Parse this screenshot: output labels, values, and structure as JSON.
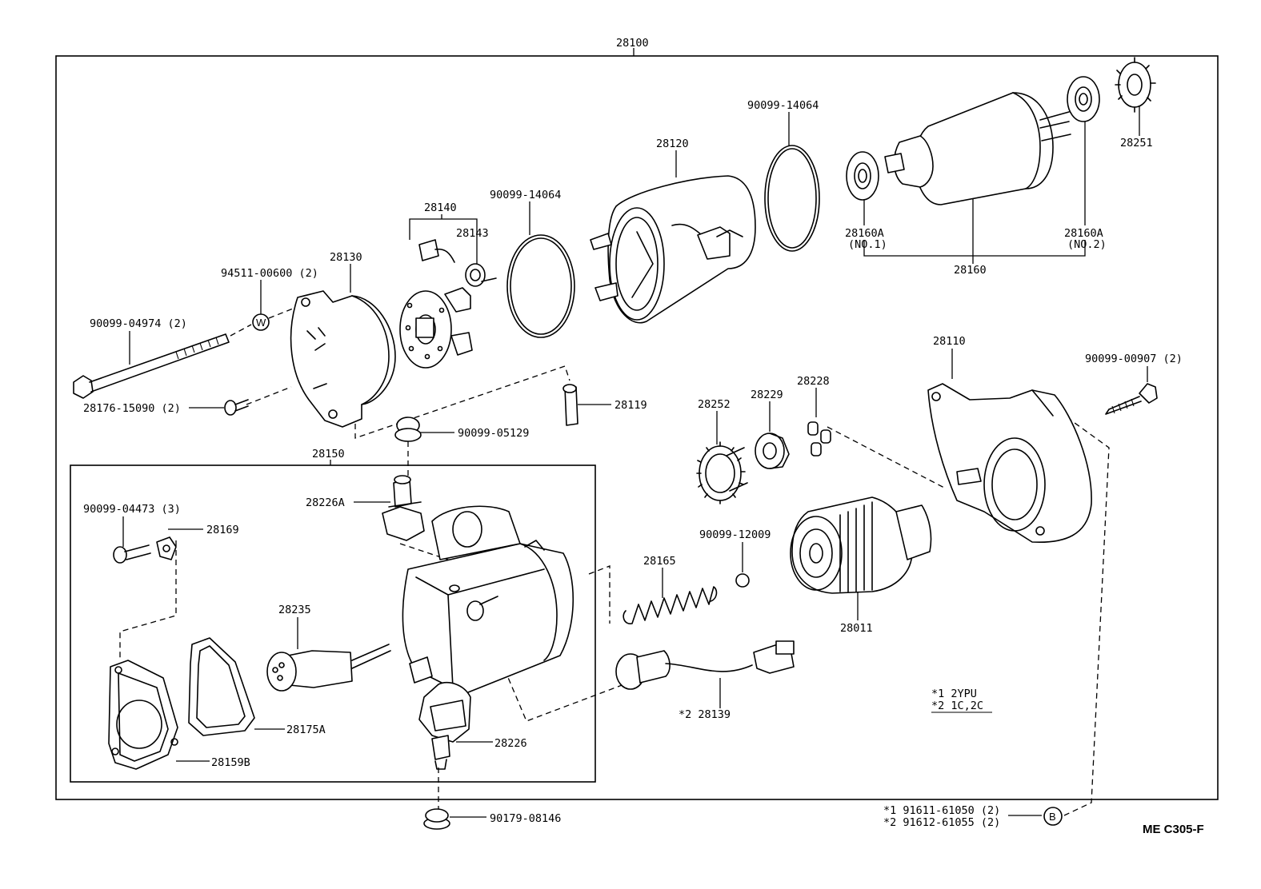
{
  "diagram": {
    "assembly_label": "28100",
    "sub_assembly_label": "28150",
    "diagram_code": "ME  C305-F",
    "labels": {
      "p90099_14064_a": "90099-14064",
      "p90099_14064_b": "90099-14064",
      "p28251": "28251",
      "p28120": "28120",
      "p28140": "28140",
      "p28143": "28143",
      "p28130": "28130",
      "p94511": "94511-00600 (2)",
      "p90099_04974": "90099-04974 (2)",
      "p28176": "28176-15090 (2)",
      "p28119": "28119",
      "p90099_05129": "90099-05129",
      "p28160a_1": "28160A",
      "p28160a_1_sub": "(NO.1)",
      "p28160a_2": "28160A",
      "p28160a_2_sub": "(NO.2)",
      "p28160": "28160",
      "p28110": "28110",
      "p90099_00907": "90099-00907 (2)",
      "p28252": "28252",
      "p28229": "28229",
      "p28228": "28228",
      "p28226a": "28226A",
      "p90099_04473": "90099-04473 (3)",
      "p28169": "28169",
      "p28165": "28165",
      "p90099_12009": "90099-12009",
      "p28011": "28011",
      "p28235": "28235",
      "p28139": "*2  28139",
      "p28175a": "28175A",
      "p28159b": "28159B",
      "p28226": "28226",
      "p90179": "90179-08146",
      "note1": "*1  2YPU",
      "note2": "*2  1C,2C",
      "bolt_b1": "*1  91611-61050 (2)",
      "bolt_b2": "*2  91612-61055 (2)",
      "circle_w": "W",
      "circle_b": "B"
    }
  }
}
